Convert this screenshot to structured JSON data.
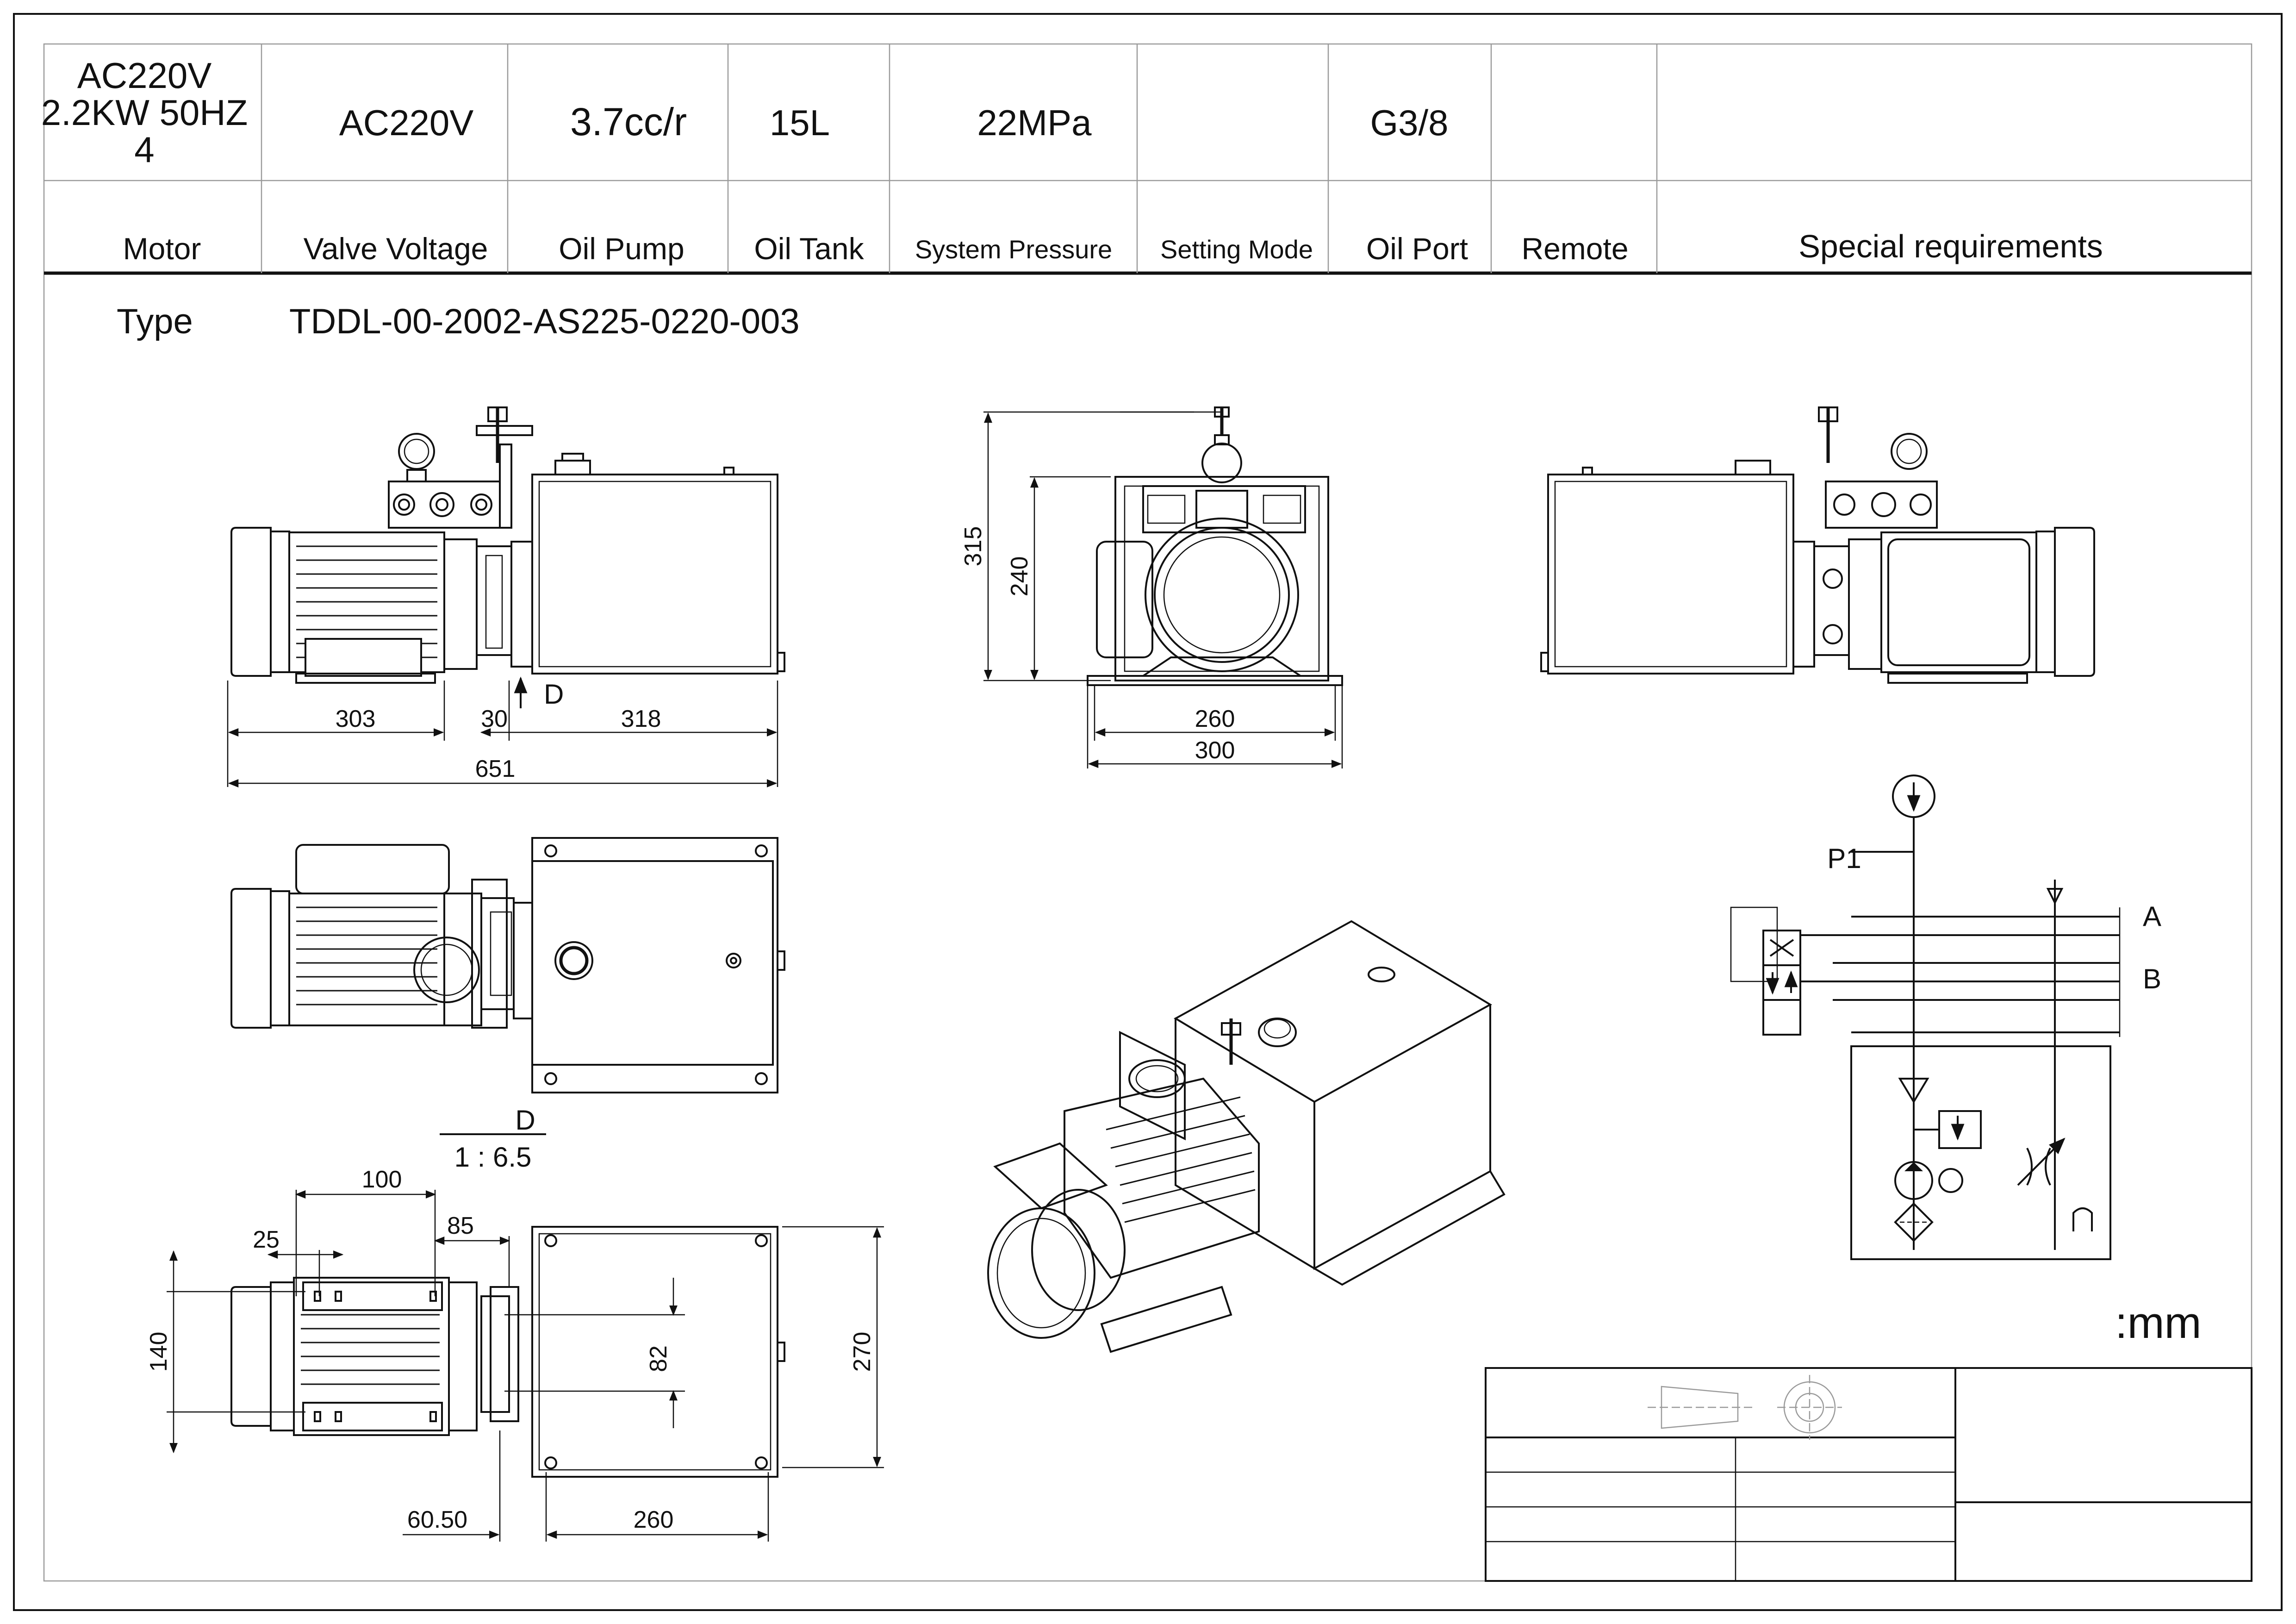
{
  "header": {
    "values": {
      "motor": [
        "AC220V",
        "2.2KW 50HZ",
        "4"
      ],
      "valve_voltage": "AC220V",
      "oil_pump": "3.7cc/r",
      "oil_tank": "15L",
      "system_pressure": "22MPa",
      "setting_mode": "",
      "oil_port": "G3/8",
      "remote": "",
      "special_requirements": ""
    },
    "labels": {
      "motor": "Motor",
      "valve_voltage": "Valve Voltage",
      "oil_pump": "Oil Pump",
      "oil_tank": "Oil Tank",
      "system_pressure": "System Pressure",
      "setting_mode": "Setting Mode",
      "oil_port": "Oil Port",
      "remote": "Remote",
      "special_requirements": "Special requirements"
    }
  },
  "type_row": {
    "label": "Type",
    "value": "TDDL-00-2002-AS225-0220-003"
  },
  "front_view": {
    "dims": {
      "motor": "303",
      "adapter": "30",
      "tank": "318",
      "overall": "651"
    },
    "detail_marker": "D"
  },
  "side_view": {
    "dims": {
      "height_overall": "315",
      "height_tank": "240",
      "feet_span": "260",
      "base_width": "300"
    }
  },
  "top_view": {
    "detail_label": "D",
    "detail_scale": "1 : 6.5"
  },
  "bottom_view": {
    "dims": {
      "d100": "100",
      "d25": "25",
      "d85": "85",
      "d140": "140",
      "d82": "82",
      "d270": "270",
      "d60_50": "60.50",
      "d260": "260"
    }
  },
  "schematic": {
    "labels": {
      "p1": "P1",
      "a": "A",
      "b": "B"
    }
  },
  "units": ":mm",
  "colors": {
    "line": "#111111",
    "frame": "#9a9a9a",
    "background": "#ffffff"
  }
}
